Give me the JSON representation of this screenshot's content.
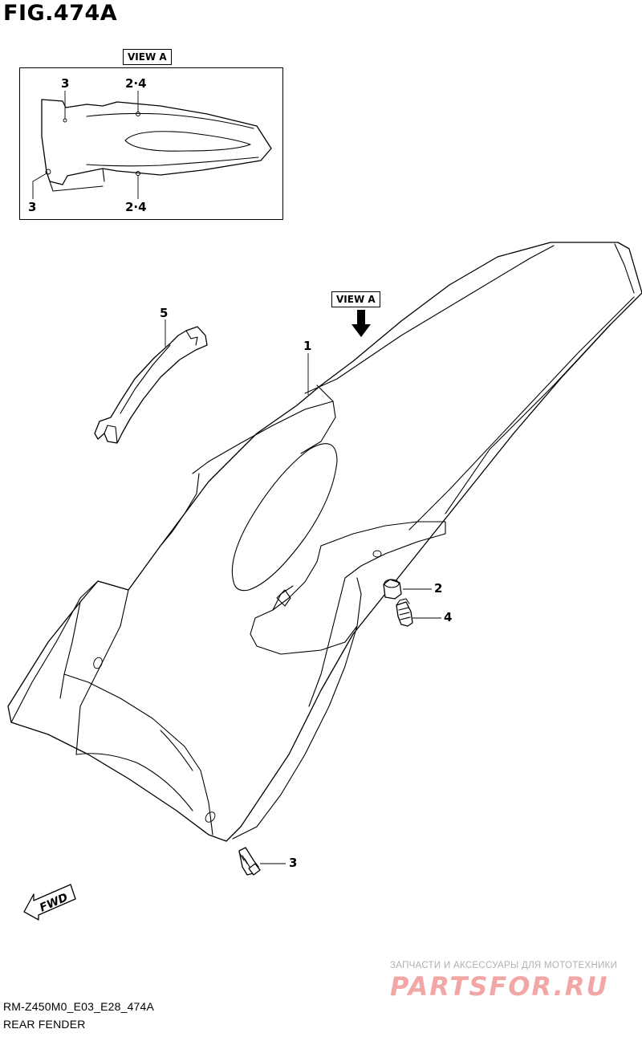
{
  "figure": {
    "title": "FIG.474A"
  },
  "view_a": {
    "label": "VIEW A",
    "callouts": {
      "top_left": "3",
      "top_right": "2·4",
      "bottom_left": "3",
      "bottom_right": "2·4"
    }
  },
  "main": {
    "view_marker": "VIEW A",
    "callouts": {
      "part1": "1",
      "part2": "2",
      "part3": "3",
      "part4": "4",
      "part5": "5"
    },
    "fwd_label": "FWD"
  },
  "footer": {
    "code": "RM-Z450M0_E03_E28_474A",
    "name": "REAR FENDER"
  },
  "watermark": {
    "tagline": "ЗАПЧАСТИ И АКСЕССУАРЫ ДЛЯ МОТОТЕХНИКИ",
    "brand": "PARTSFOR.RU"
  }
}
